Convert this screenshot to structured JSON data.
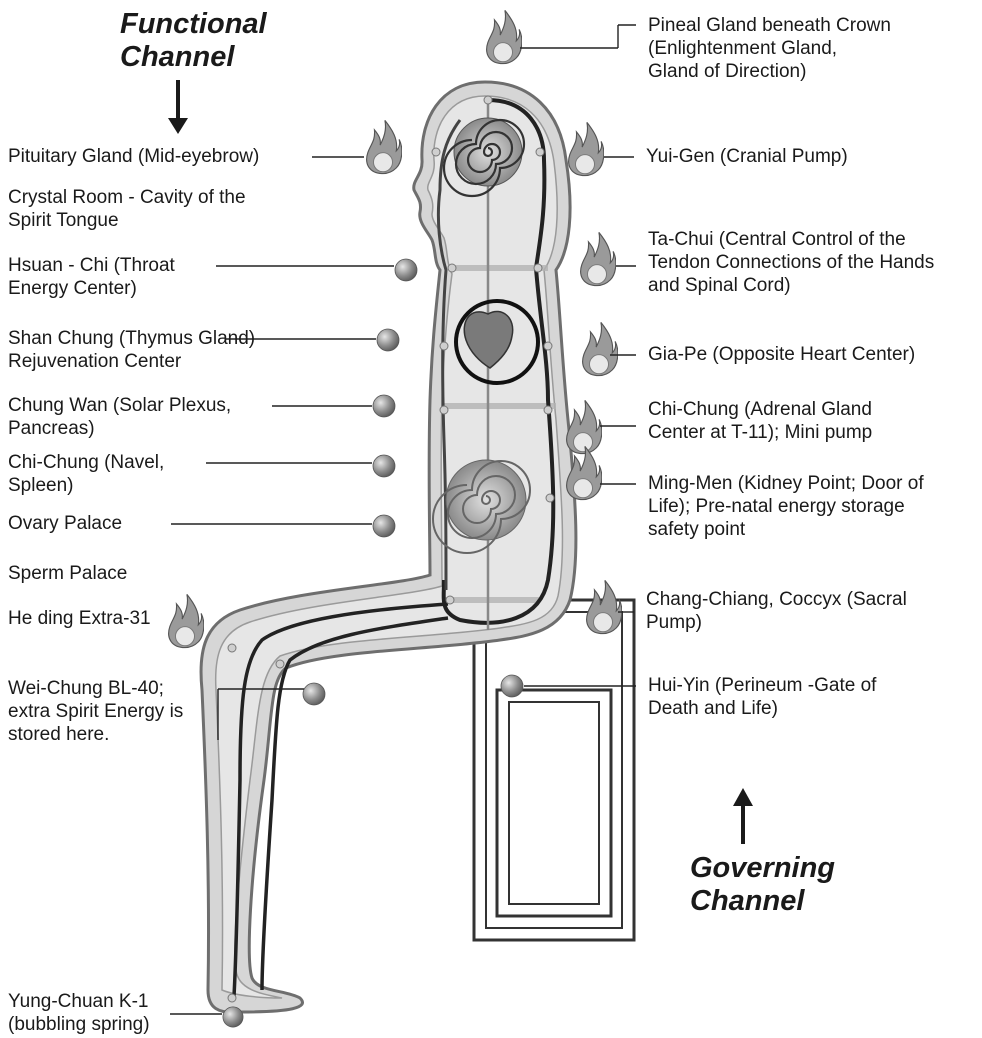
{
  "headings": {
    "functional": "Functional\nChannel",
    "governing": "Governing\nChannel"
  },
  "labels": {
    "pituitary": "Pituitary Gland (Mid-eyebrow)",
    "crystal_room": "Crystal Room - Cavity of the\nSpirit Tongue",
    "hsuan_chi": "Hsuan - Chi (Throat\nEnergy Center)",
    "shan_chung": "Shan Chung (Thymus Gland)\nRejuvenation Center",
    "chung_wan": "Chung Wan (Solar Plexus,\nPancreas)",
    "chi_chung_navel": "Chi-Chung (Navel,\nSpleen)",
    "ovary_palace": "Ovary Palace",
    "sperm_palace": "Sperm Palace",
    "he_ding": "He ding Extra-31",
    "wei_chung": "Wei-Chung BL-40;\nextra Spirit Energy is\nstored here.",
    "yung_chuan": "Yung-Chuan K-1\n(bubbling spring)",
    "pineal": "Pineal Gland beneath Crown\n(Enlightenment Gland,\nGland of Direction)",
    "yui_gen": "Yui-Gen (Cranial Pump)",
    "ta_chui": "Ta-Chui (Central Control of the\nTendon Connections of the Hands\nand Spinal Cord)",
    "gia_pe": "Gia-Pe (Opposite Heart Center)",
    "chi_chung_adrenal": "Chi-Chung (Adrenal Gland\nCenter at T-11); Mini pump",
    "ming_men": "Ming-Men (Kidney Point; Door of\nLife); Pre-natal energy storage\nsafety point",
    "chang_chiang": "Chang-Chiang, Coccyx (Sacral\nPump)",
    "hui_yin": "Hui-Yin (Perineum -Gate of\nDeath and Life)"
  },
  "colors": {
    "text": "#1a1a1a",
    "body_fill": "#d9d9d9",
    "outline": "#7a7a7a",
    "channel": "#222222",
    "flame": "#b5b5b5",
    "ball": "#8c8c8c"
  }
}
